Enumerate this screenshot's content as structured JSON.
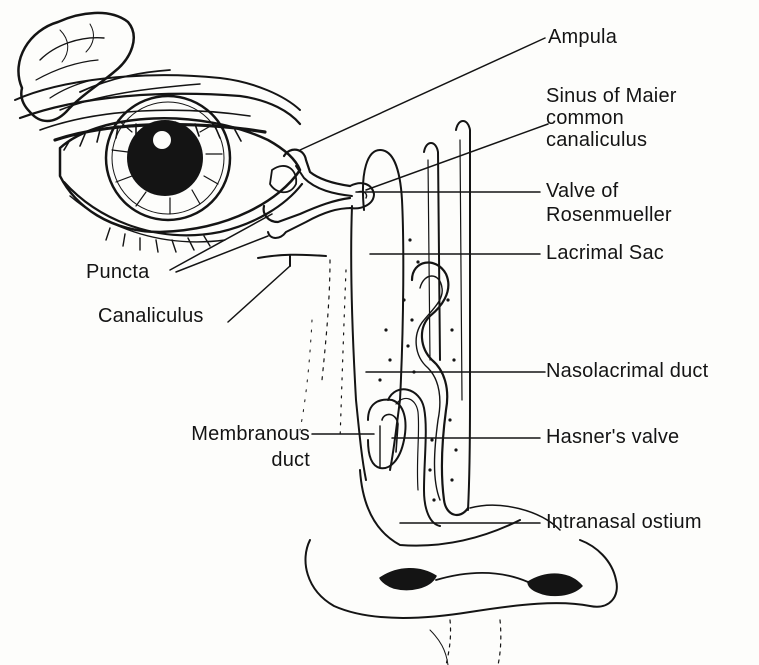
{
  "labels": {
    "ampula": "Ampula",
    "sinus_line1": "Sinus of Maier",
    "sinus_line2": "common",
    "sinus_line3": "canaliculus",
    "valve_line1": "Valve of",
    "valve_line2": "Rosenmueller",
    "lacrimal_sac": "Lacrimal Sac",
    "puncta": "Puncta",
    "canaliculus": "Canaliculus",
    "nasolacrimal": "Nasolacrimal duct",
    "membranous_line1": "Membranous",
    "membranous_line2": "duct",
    "hasner": "Hasner's valve",
    "intranasal": "Intranasal ostium"
  },
  "colors": {
    "ink": "#141414",
    "background": "#fdfdfb"
  }
}
